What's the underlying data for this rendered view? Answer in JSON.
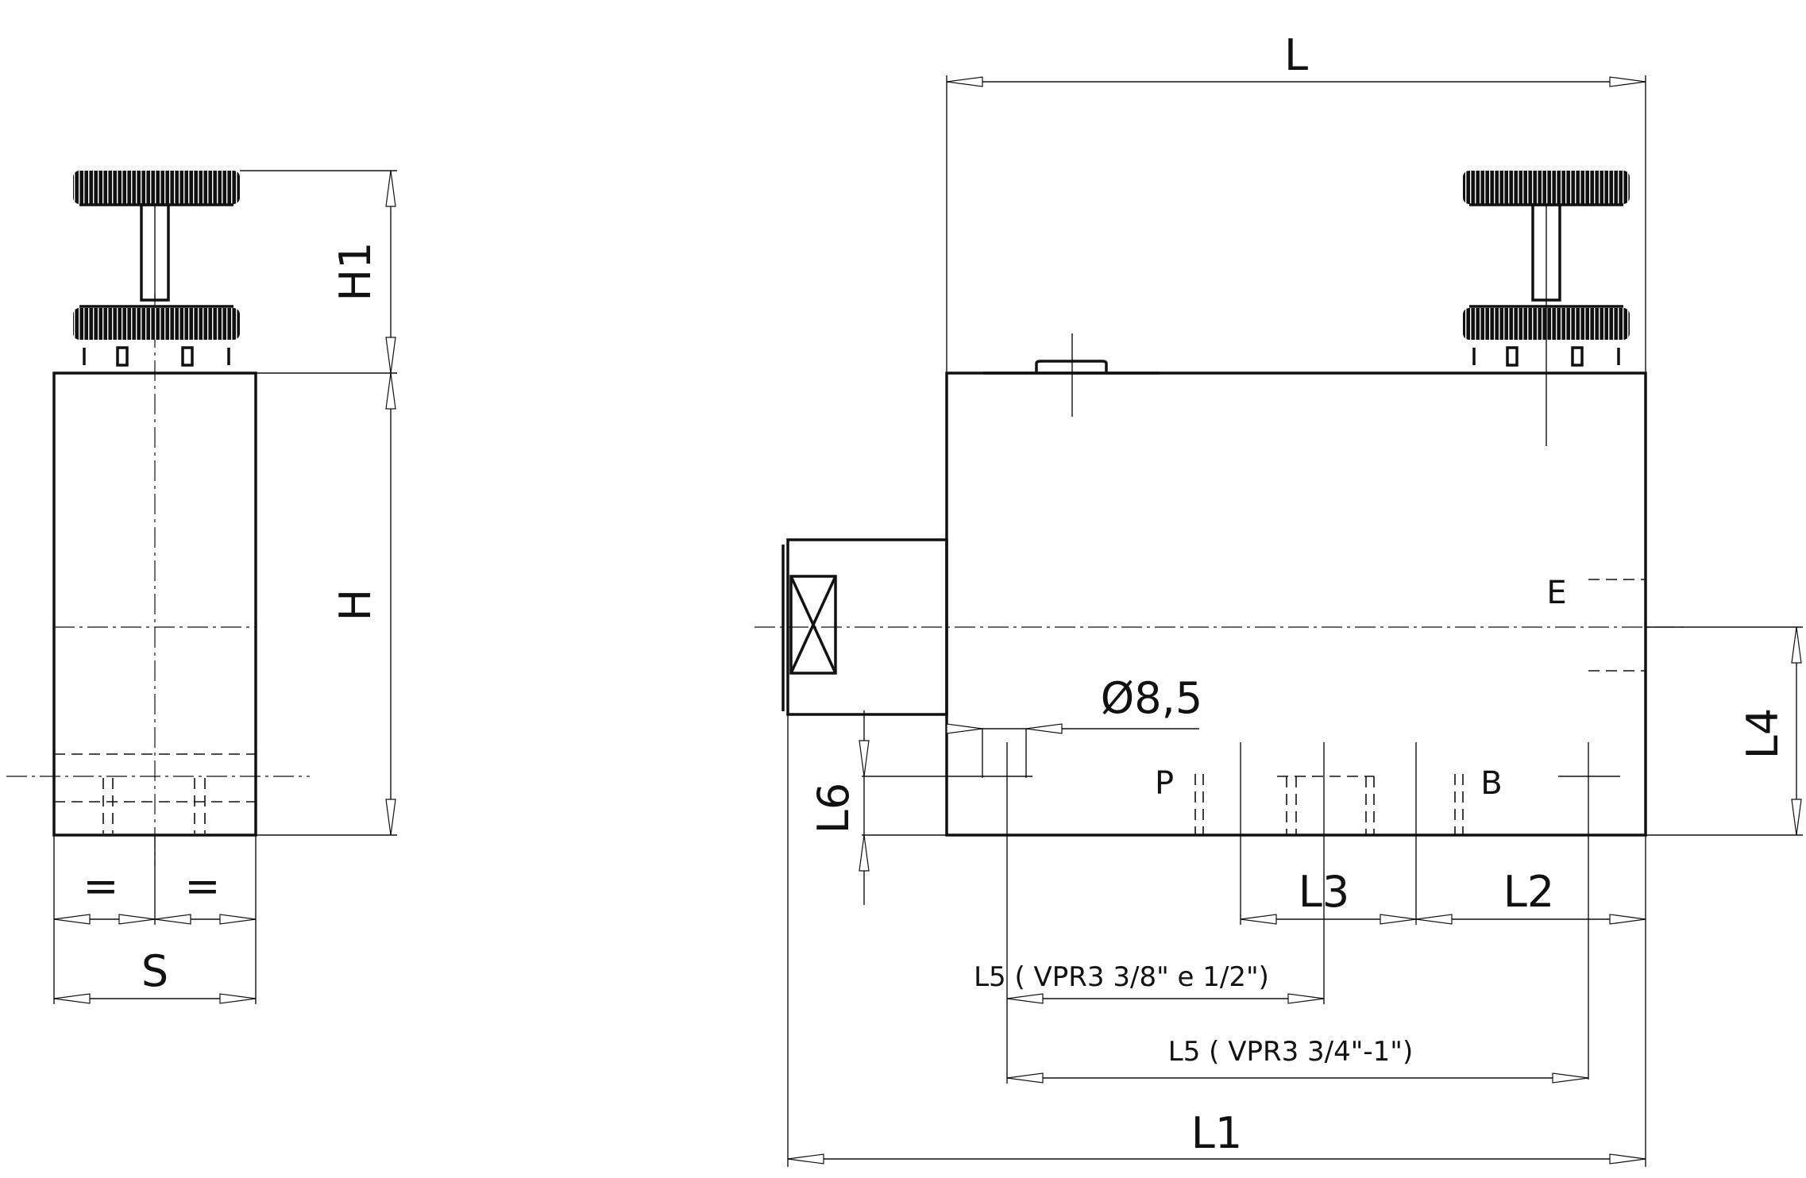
{
  "labels": {
    "L": "L",
    "L1": "L1",
    "L2": "L2",
    "L3": "L3",
    "L4": "L4",
    "L5a": "L5 ( VPR3 3/8\" e 1/2\")",
    "L5b": "L5 ( VPR3 3/4\"-1\")",
    "L6": "L6",
    "H": "H",
    "H1": "H1",
    "S": "S",
    "eq": "=",
    "dia": "Ø8,5",
    "P": "P",
    "B": "B",
    "E": "E"
  },
  "knob_marks": {
    "mark_a": "I",
    "mark_b": "0"
  }
}
